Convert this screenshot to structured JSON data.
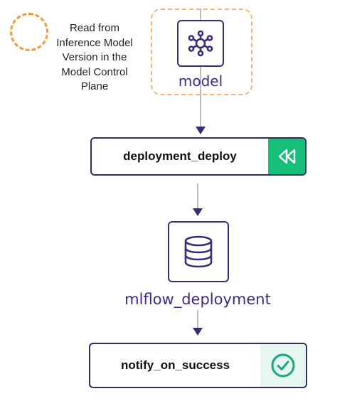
{
  "legend": {
    "text_lines": [
      "Read from",
      "Inference Model",
      "Version in the",
      "Model Control",
      "Plane"
    ],
    "color": "#f39a3b"
  },
  "nodes": {
    "model": {
      "label": "model",
      "icon": "model-network-icon"
    },
    "deployment_deploy": {
      "label": "deployment_deploy",
      "status_icon": "rewind-icon",
      "status_color": "#16c07a"
    },
    "mlflow_deployment": {
      "label": "mlflow_deployment",
      "icon": "database-icon"
    },
    "notify_on_success": {
      "label": "notify_on_success",
      "status_icon": "check-circle-icon",
      "status_color": "#e6f6f1"
    }
  },
  "colors": {
    "node_border": "#3a2a78",
    "artifact_label": "#3d2a8a",
    "edge": "#999999",
    "arrowhead": "#3a2a78",
    "highlight": "#f6b374",
    "success_check": "#1aa67e"
  }
}
